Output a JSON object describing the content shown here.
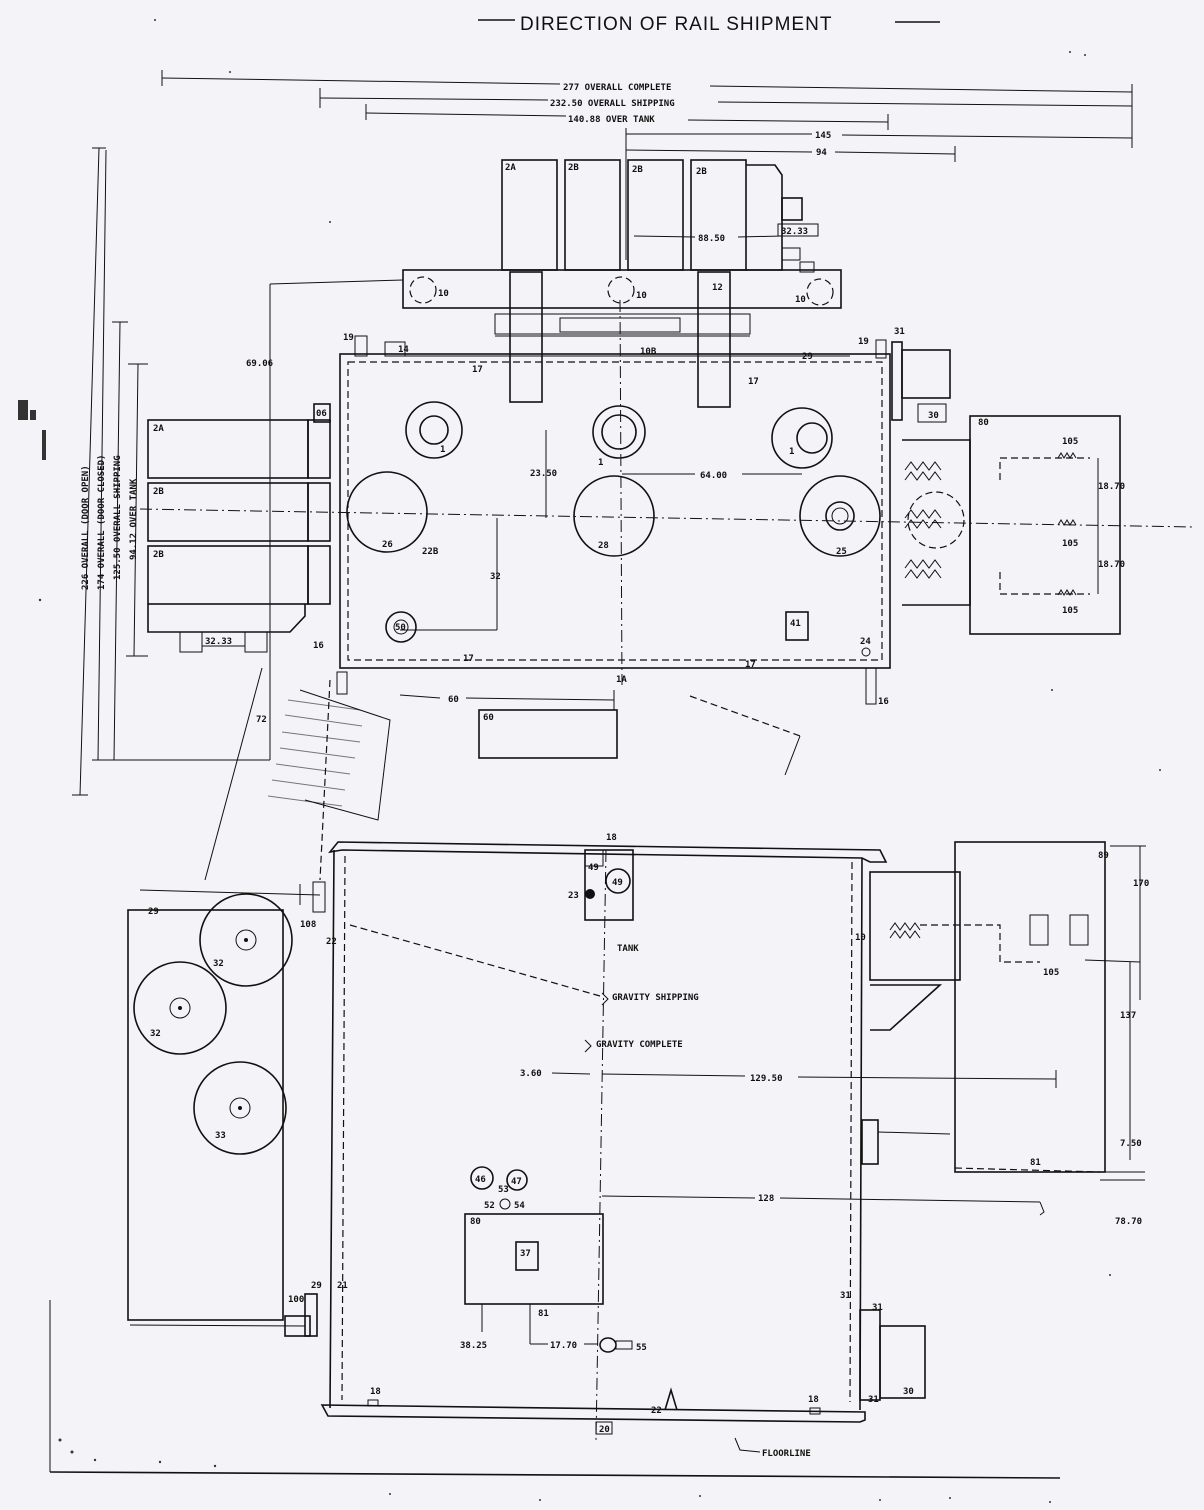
{
  "title": "DIRECTION OF RAIL SHIPMENT",
  "dimensions": {
    "overall_complete": "277 OVERALL COMPLETE",
    "overall_shipping": "232.50 OVERALL SHIPPING",
    "over_tank": "140.88 OVER TANK",
    "d145": "145",
    "d94": "94",
    "d88_50": "88.50",
    "d32_33_top": "32.33",
    "d69_06": "69.06",
    "d23_50": "23.50",
    "d64_00": "64.00",
    "d32": "32",
    "d60": "60",
    "d72": "72",
    "d18_70_a": "18.70",
    "d18_70_b": "18.70",
    "d32_33_left": "32.33",
    "d170": "170",
    "d137": "137",
    "d7_50": "7.50",
    "d78_70": "78.70",
    "d3_60": "3.60",
    "d129_50": "129.50",
    "d128": "128",
    "d38_25": "38.25",
    "d17_70": "17.70"
  },
  "vertical_dims": {
    "v226": "226 OVERALL (DOOR OPEN)",
    "v174": "174 OVERALL (DOOR CLOSED)",
    "v125": "125.50 OVERALL SHIPPING",
    "v94": "94.12 OVER TANK"
  },
  "notes": {
    "tank": "TANK",
    "gravity_shipping": "GRAVITY SHIPPING",
    "gravity_complete": "GRAVITY COMPLETE",
    "floorline": "FLOORLINE"
  },
  "callouts": {
    "c2a": "2A",
    "c2b": "2B",
    "c2c": "2B",
    "c2d": "2B",
    "c10a": "10",
    "c10b": "10",
    "c10c": "10",
    "c12": "12",
    "c19a": "19",
    "c14": "14",
    "c19b": "19",
    "c31a": "31",
    "c30a": "30",
    "c10b_top": "10B",
    "c29": "29",
    "c17a": "17",
    "c17b": "17",
    "c17c": "17",
    "c17d": "17",
    "c06": "06",
    "c2L1": "2A",
    "c2L2": "2B",
    "c2L3": "2B",
    "c1a": "1",
    "c1b": "1",
    "c1c": "1",
    "c26": "26",
    "c22b": "22B",
    "c28": "28",
    "c25": "25",
    "c60": "60",
    "c41": "41",
    "c24": "24",
    "c16": "16",
    "c1a_bot": "1A",
    "c16b": "16",
    "c80": "80",
    "c105a": "105",
    "c105b": "105",
    "c105c": "105",
    "c50": "50",
    "c18": "18",
    "c49a": "49",
    "c49b": "49",
    "c23": "23",
    "c89": "89",
    "c105d": "105",
    "c29b": "29",
    "c108": "108",
    "c22s": "22",
    "c32a": "32",
    "c32b": "32",
    "c33": "33",
    "c29c": "29",
    "c21": "21",
    "c100": "100",
    "c31b": "31",
    "c31c": "31",
    "c30b": "30",
    "c31d": "31",
    "c81": "81",
    "c46": "46",
    "c47": "47",
    "c52": "52",
    "c53": "53",
    "c54": "54",
    "c80b": "80",
    "c37": "37",
    "c81b": "81",
    "c55": "55",
    "c18b": "18",
    "c22c": "22",
    "c18c": "18",
    "c20": "20"
  }
}
